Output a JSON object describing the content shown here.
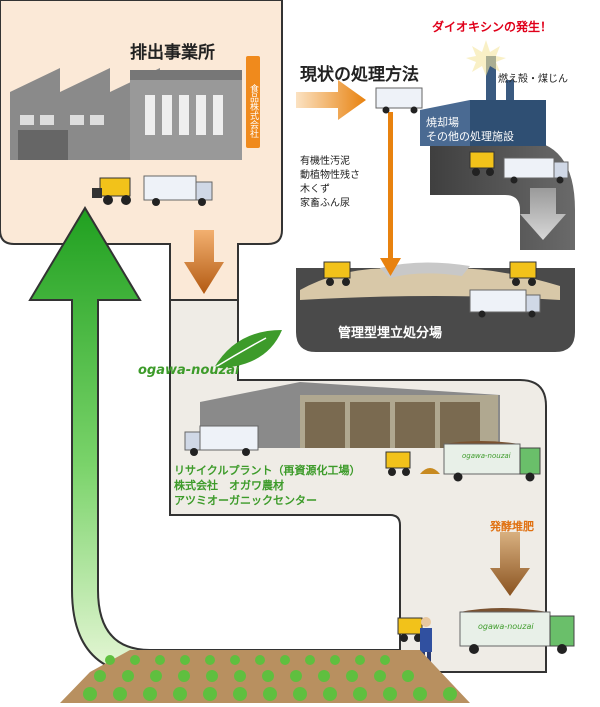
{
  "labels": {
    "factory_title": "排出事業所",
    "factory_sign": "食品株式会社",
    "current_method": "現状の処理方法",
    "dioxin_warning": "ダイオキシンの発生！",
    "ash": "燃え殻・煤じん",
    "incinerator_line1": "焼却場",
    "incinerator_line2": "その他の処理施設",
    "waste_types": [
      "有機性汚泥",
      "動植物性残さ",
      "木くず",
      "家畜ふん尿"
    ],
    "landfill": "管理型埋立処分場",
    "brand": "ogawa-nouzai",
    "plant_lines": [
      "リサイクルプラント（再資源化工場）",
      "株式会社　オガワ農材",
      "アツミオーガニックセンター"
    ],
    "fermentation": "発酵堆肥",
    "truck_brand": "ogawa-nouzai"
  },
  "colors": {
    "factory_bg": "#fbe9d7",
    "plant_bg": "#efece6",
    "loop_dark": "#555555",
    "landfill": "#4a4a4a",
    "arrow_orange": "#e8820f",
    "arrow_brown": "#a0632a",
    "green_arrow": "#2ea82e",
    "warning_red": "#e0001a"
  }
}
